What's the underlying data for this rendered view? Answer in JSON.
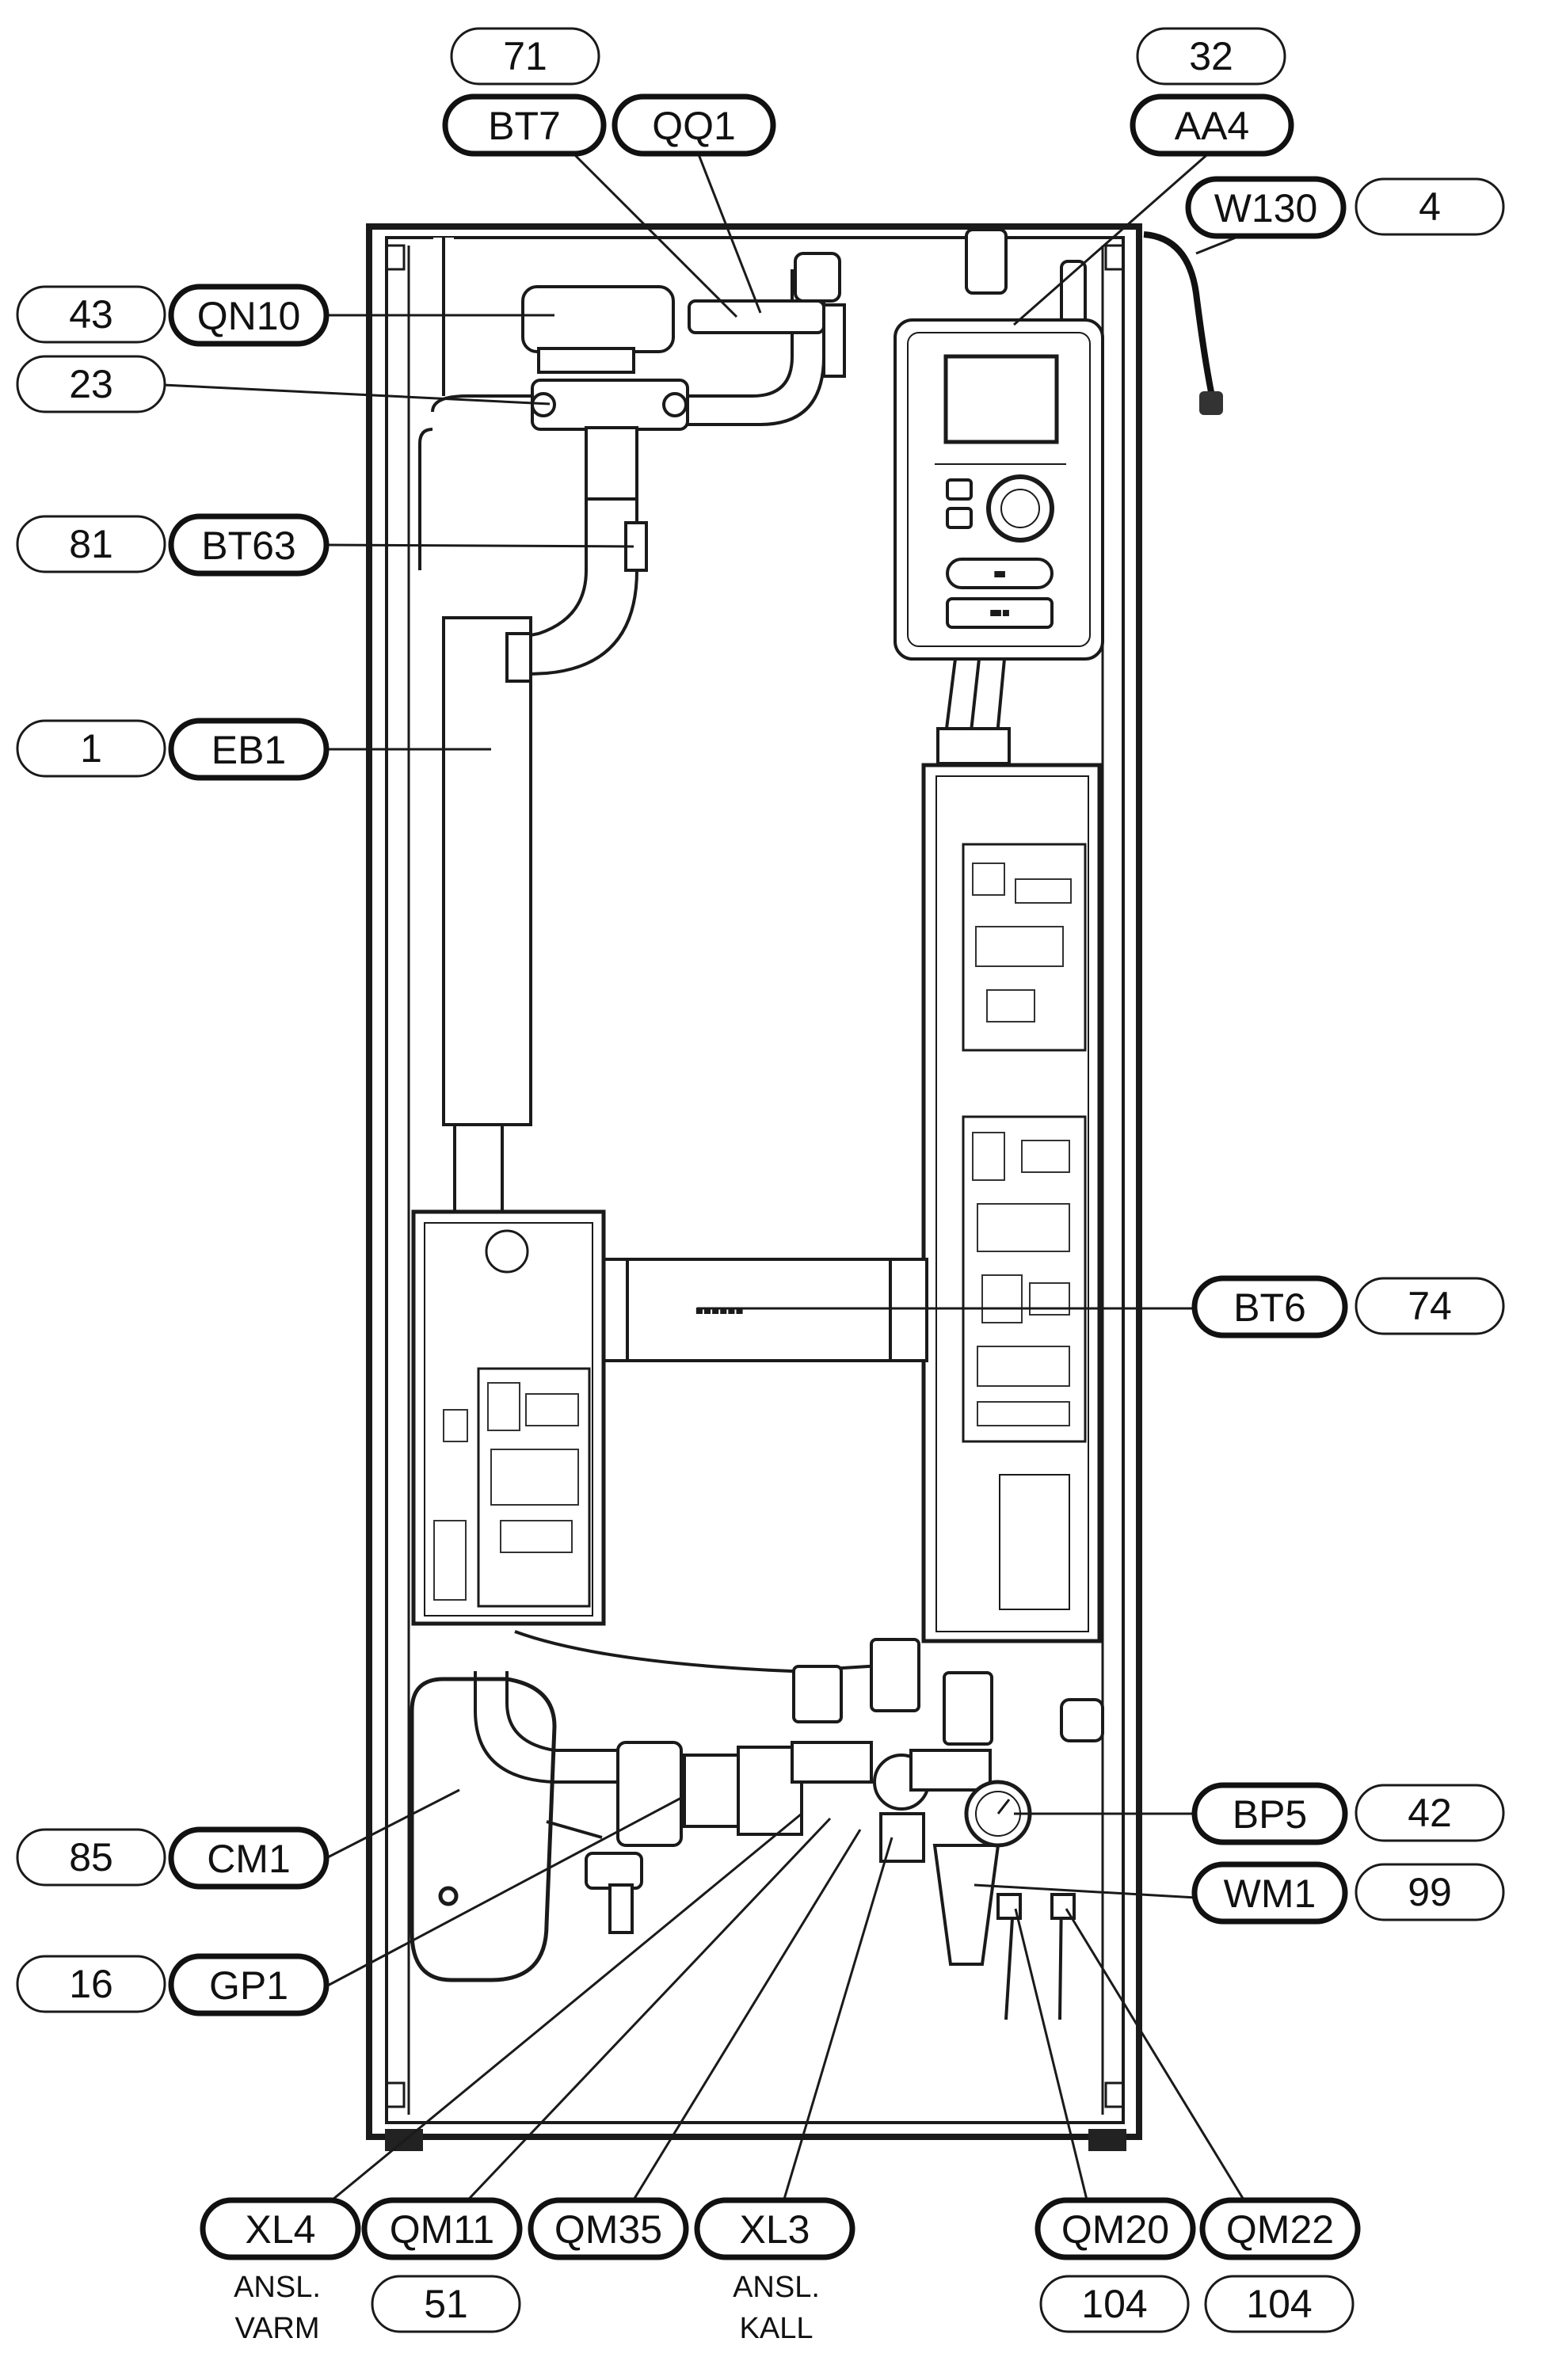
{
  "diagram": {
    "labels": {
      "n71": "71",
      "n32": "32",
      "bt7": "BT7",
      "qq1": "QQ1",
      "aa4": "AA4",
      "w130": "W130",
      "n4": "4",
      "n43": "43",
      "qn10": "QN10",
      "n23": "23",
      "n81": "81",
      "bt63": "BT63",
      "n1": "1",
      "eb1": "EB1",
      "bt6": "BT6",
      "n74": "74",
      "bp5": "BP5",
      "n42": "42",
      "wm1": "WM1",
      "n99": "99",
      "n85": "85",
      "cm1": "CM1",
      "n16": "16",
      "gp1": "GP1",
      "xl4": "XL4",
      "qm11": "QM11",
      "qm35": "QM35",
      "xl3": "XL3",
      "qm20": "QM20",
      "qm22": "QM22",
      "n51": "51",
      "n104a": "104",
      "n104b": "104"
    },
    "captions": {
      "ansl_warm_1": "ANSL.",
      "ansl_warm_2": "VARM",
      "ansl_cold_1": "ANSL.",
      "ansl_cold_2": "KALL"
    }
  }
}
